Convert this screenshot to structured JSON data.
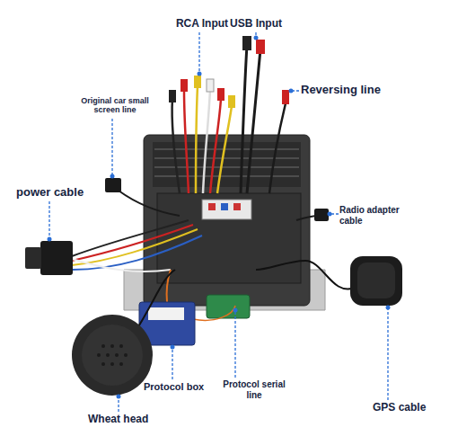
{
  "diagram": {
    "labels": [
      "RCA Input",
      "USB Input",
      "Reversing line",
      "Original car small screen line",
      "power cable",
      "Radio adapter cable",
      "Protocol box",
      "Protocol serial line",
      "GPS cable",
      "Wheat head"
    ]
  }
}
